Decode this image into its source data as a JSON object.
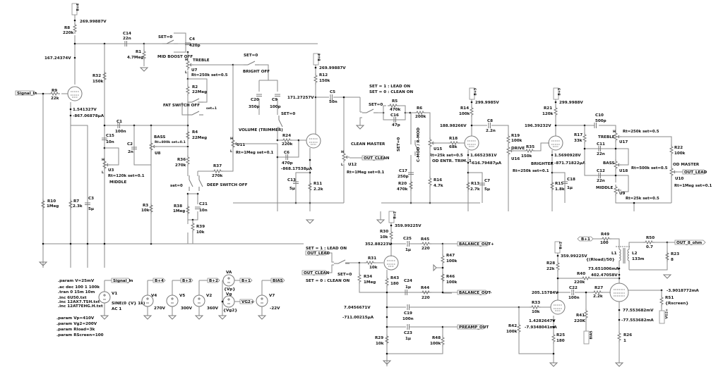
{
  "schematic": {
    "supplies": {
      "b4_top": "B+4",
      "b4_mid": "B+4",
      "b3_a": "B+3",
      "b3_b": "B+3",
      "b2": "B+2",
      "b2_b": "B+2"
    },
    "voltages": {
      "v_r8": "269.99887V",
      "v_plate1": "167.24374V",
      "v_cath1": "1.541327V",
      "i_cath1": "-867.06878µA",
      "v_r12": "269.99887V",
      "v_plate2": "171.27257V",
      "i_cath2": "-868.17538µA",
      "v_r14": "299.9985V",
      "v_plate3": "188.98266V",
      "v_cath3": "1.6652381V",
      "i_cath3": "-616.79487µA",
      "v_r21": "299.9988V",
      "v_plate4": "196.39232V",
      "v_cath4": "1.5690928V",
      "i_cath4": "-871.71822µA",
      "v_r30": "359.99225V",
      "v_plate5": "352.88223V",
      "v_pre": "7.0456671V",
      "i_pre": "-711.00215µA",
      "v_r28": "359.99225V",
      "v_plate6": "205.15784V",
      "v_cath6": "1.4282647V",
      "i_cath6": "-7.9348041mA",
      "i_l1": "73.651006mA",
      "v_l1": "402.47058V",
      "i_rs1": "-3.9018772mA",
      "v_cath7": "77.553682mV",
      "i_cath7": "-77.553682mA"
    },
    "components": {
      "R8": [
        "R8",
        "220k"
      ],
      "R9": [
        "R9",
        "22k"
      ],
      "R32": [
        "R32",
        "150k"
      ],
      "C14": [
        "C14",
        "22n"
      ],
      "R1": [
        "R1",
        "4.7Meg"
      ],
      "C4": [
        "C4",
        "420p"
      ],
      "C1": [
        "C1",
        "100n"
      ],
      "C15": [
        "C15",
        "10n"
      ],
      "C2": [
        "C2",
        "2n"
      ],
      "R2": [
        "R2",
        "22Meg"
      ],
      "R4": [
        "R4",
        "22Meg"
      ],
      "R36": [
        "R36",
        "270k"
      ],
      "R37": [
        "R37",
        "270k"
      ],
      "R38": [
        "R38",
        "1Meg"
      ],
      "C21": [
        "C21",
        "10n"
      ],
      "R39": [
        "R39",
        "10k"
      ],
      "R10": [
        "R10",
        "1Meg"
      ],
      "R7": [
        "R7",
        "2.3k"
      ],
      "C3": [
        "C3",
        "5µ"
      ],
      "R3": [
        "R3",
        "10k"
      ],
      "C20": [
        "C20",
        "350p"
      ],
      "C9": [
        "C9",
        "100p"
      ],
      "R24": [
        "R24",
        "220k"
      ],
      "C6": [
        "C6",
        "470p"
      ],
      "C13": [
        "C13",
        "5µ"
      ],
      "R11": [
        "R11",
        "2.2k"
      ],
      "R12": [
        "R12",
        "150k"
      ],
      "C5": [
        "C5",
        "50n"
      ],
      "R5": [
        "R5",
        "470k"
      ],
      "C16": [
        "C16",
        "47p"
      ],
      "R6": [
        "R6",
        "200k"
      ],
      "C17": [
        "C17",
        "250p"
      ],
      "R20": [
        "R20",
        "470k"
      ],
      "R16": [
        "R16",
        "4.7k"
      ],
      "R18": [
        "R18",
        "68k"
      ],
      "R14": [
        "R14",
        "100k"
      ],
      "R13": [
        "R13",
        "2.7k"
      ],
      "C7": [
        "C7",
        "5µ"
      ],
      "C8": [
        "C8",
        "2.2n"
      ],
      "R19": [
        "R19",
        "100k"
      ],
      "R35": [
        "R35",
        "150k"
      ],
      "R21": [
        "R21",
        "120k"
      ],
      "R15": [
        "R15",
        "1.8k"
      ],
      "C18": [
        "C18",
        "1µ"
      ],
      "R17": [
        "R17",
        "33k"
      ],
      "C10": [
        "C10",
        "500p"
      ],
      "C11": [
        "C11",
        "22n"
      ],
      "C12": [
        "C12",
        "22n"
      ],
      "R22": [
        "R22",
        "100k"
      ],
      "R30": [
        "R30",
        "10k"
      ],
      "C25": [
        "C25",
        "1µ"
      ],
      "R45": [
        "R45",
        "220"
      ],
      "R47": [
        "R47",
        "100k"
      ],
      "R46": [
        "R46",
        "100k"
      ],
      "R31": [
        "R31",
        "10k"
      ],
      "R34": [
        "R34",
        "1Meg"
      ],
      "R43": [
        "R43",
        "180"
      ],
      "C24": [
        "C24",
        "1µ"
      ],
      "R44": [
        "R44",
        "220"
      ],
      "C19": [
        "C19",
        "100n"
      ],
      "C23": [
        "C23",
        "1µ"
      ],
      "R29": [
        "R29",
        "10k"
      ],
      "R48": [
        "R48",
        "100k"
      ],
      "R42": [
        "R42",
        "100k"
      ],
      "R33": [
        "R33",
        "10k"
      ],
      "R25": [
        "R25",
        "180"
      ],
      "R28": [
        "R28",
        "22k"
      ],
      "R40": [
        "R40",
        "220k"
      ],
      "C22": [
        "C22",
        "100n"
      ],
      "R27": [
        "R27",
        "2.2k"
      ],
      "R41": [
        "R41",
        "220K"
      ],
      "R26": [
        "R26",
        "1"
      ],
      "R49": [
        "R49",
        "100"
      ],
      "R50": [
        "R50",
        "0.7"
      ],
      "R23": [
        "R23",
        "8"
      ],
      "RS1": [
        "RS1",
        "{Rscreen}"
      ],
      "L1": [
        "L1",
        "{(Rload)/50}"
      ],
      "L2": [
        "L2",
        "133m"
      ]
    },
    "pots": {
      "U7": {
        "name": "U7",
        "label": "TREBLE",
        "param": "Rt=250k set=0.5"
      },
      "U8": {
        "name": "U8",
        "label": "BASS",
        "param": "Rt=800k set=0.1"
      },
      "U3": {
        "name": "U3",
        "label": "MIDDLE",
        "param": "Rt=120k set=0.1"
      },
      "U11": {
        "name": "U11",
        "label": "VOLUME (TRIMMER)",
        "param": "Rt=1Meg set=0.1"
      },
      "U12": {
        "name": "U12",
        "label": "CLEAN MASTER",
        "param": "Rt=1Meg set=0.1"
      },
      "U15": {
        "name": "U15",
        "label": "OD ENTR. TRIM. 1",
        "param": "Rt=25k set=0.5"
      },
      "U16": {
        "name": "U16",
        "label": "DRIVE",
        "param": "Rt=250k set=0.1"
      },
      "U17": {
        "name": "U17",
        "label": "TREBLE",
        "param": "Rt=250k set=0.5"
      },
      "U18": {
        "name": "U18",
        "label": "BASS",
        "param": "Rt=500k set=0.5"
      },
      "U9": {
        "name": "U9",
        "label": "MIDDLE",
        "param": "Rt=25k set=0.5"
      },
      "U10": {
        "name": "U10",
        "label": "OD MASTER",
        "param": "Rt=1Meg set=0.1"
      }
    },
    "switches": {
      "mid_boost_set": "SET=0",
      "mid_boost_label": "MID BOOST OFF",
      "bright_set": "SET=0",
      "bright_label": "BRIGHT OFF",
      "c9_set": "SET=0",
      "fat_label": "FAT SWITCH OFF",
      "fat_set": "set=1",
      "deep_set": "set=0",
      "deep_label": "DEEP SWITCH OFF",
      "lead_note1": "SET = 1 : LEAD ON",
      "lead_note2": "SET = 0 : CLEAN ON",
      "lead_set": "SET=0",
      "cmod_set": "SET=0",
      "cmod_label": "C-MOD / R-MOD",
      "brighter_label": "BRIGHTER",
      "out_note1": "SET = 1 : LEAD ON",
      "out_note2": "SET = 0 : CLEAN ON",
      "out_set": "SET=0"
    },
    "net_labels": {
      "signal_in": "Signal_In",
      "out_clean": "OUT_CLEAN",
      "out_lead": "OUT_LEAD",
      "out_lead2": "OUT_LEAD",
      "out_clean2": "OUT_CLEAN",
      "balance_plus": "BALANCE_OUT+",
      "balance_minus": "BALANCE_OUT-",
      "preamp_out": "PREAMP_OUT",
      "out_8": "OUT_8_ohm",
      "b1": "B+1",
      "bias": "BIAS",
      "vg2": "VG2+"
    },
    "directives": [
      ".param V=25mV",
      ".ac dec 100 1 100k",
      ".tran 0 15m 10m",
      ".inc 6U50.txt",
      ".inc 12AX7.TSH.txt",
      ".inc 12AT7EHG.H.txt",
      ".param Vp=410V",
      ".param Vg2=200V",
      ".param Rload=3k",
      ".param RScreen=100"
    ],
    "sources": {
      "v1": {
        "name": "V1",
        "value": "SINE(0 {V} 1k)",
        "ac": "AC 1",
        "net": "Signal_In"
      },
      "v4": {
        "name": "V4",
        "value": "270V",
        "net": "B+4"
      },
      "v5": {
        "name": "V5",
        "value": "300V",
        "net": "B+3"
      },
      "v2": {
        "name": "V2",
        "value": "360V",
        "net": "B+2"
      },
      "va": {
        "name": "VA",
        "value": "{Vp}",
        "net": "B+1"
      },
      "vg": {
        "name": "Vg",
        "value": "{Vg2}",
        "net": "VG2+"
      },
      "v7": {
        "name": "V7",
        "value": "-22V",
        "net": "BIAS"
      }
    }
  }
}
